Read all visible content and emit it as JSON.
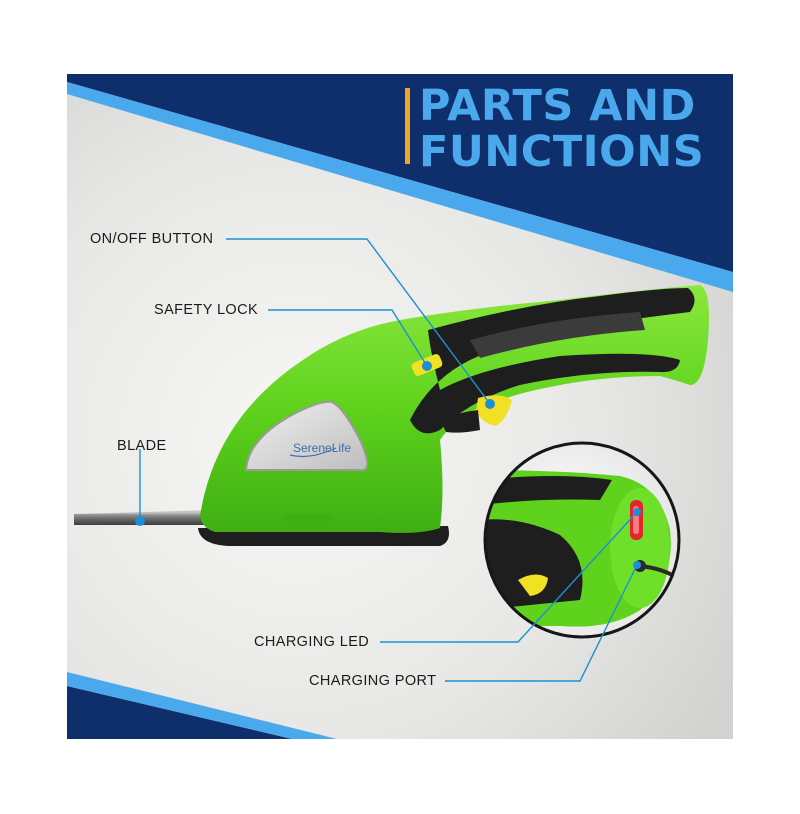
{
  "title": {
    "line1": "PARTS AND",
    "line2": "FUNCTIONS"
  },
  "brand": {
    "logo_text": "SereneLife"
  },
  "callouts": {
    "on_off_button": "ON/OFF BUTTON",
    "safety_lock": "SAFETY LOCK",
    "blade": "BLADE",
    "charging_led": "CHARGING LED",
    "charging_port": "CHARGING PORT"
  },
  "colors": {
    "navy": "#0e2f6b",
    "light_blue": "#4aa9ec",
    "accent_orange": "#f2a51f",
    "tool_green": "#5fd21d",
    "grip_black": "#1e1e1e",
    "lock_yellow": "#f1e125",
    "led_red": "#e3262b",
    "callout_line": "#1e8fd6"
  },
  "icons": [
    "hedge-shear-illustration",
    "charging-port-zoom-illustration"
  ]
}
